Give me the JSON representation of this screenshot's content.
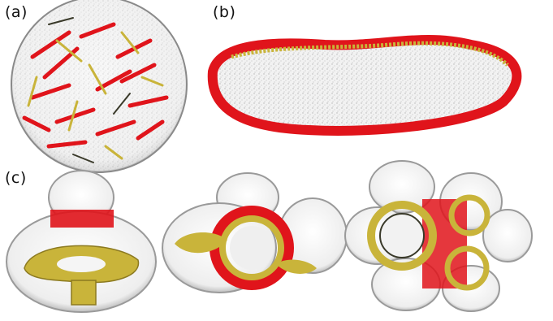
{
  "figure": {
    "panels": [
      {
        "id": "a",
        "label": "(a)"
      },
      {
        "id": "b",
        "label": "(b)"
      },
      {
        "id": "c",
        "label": "(c)"
      }
    ],
    "colors": {
      "membrane_shell": "#d9d9d9",
      "membrane_speckle": "#9a9a9a",
      "red_rods": "#e0141b",
      "yellow_rods": "#c9b43a",
      "dark_rods": "#3a3a2a"
    }
  }
}
